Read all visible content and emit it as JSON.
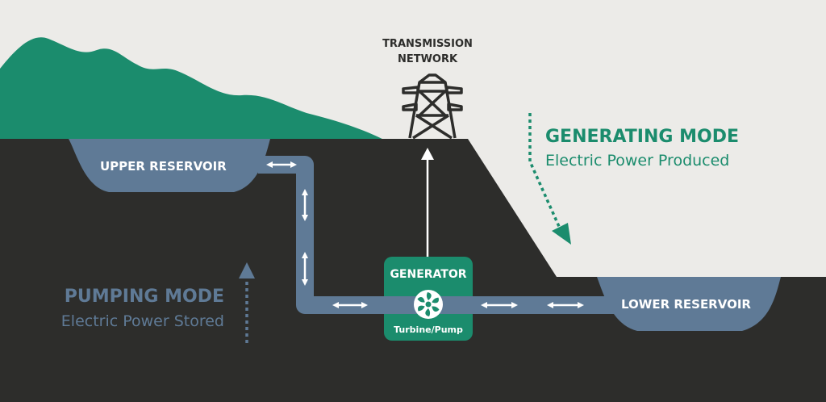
{
  "labels": {
    "transmission": [
      "TRANSMISSION",
      "NETWORK"
    ],
    "upper_reservoir": "UPPER RESERVOIR",
    "lower_reservoir": "LOWER RESERVOIR",
    "generator": "GENERATOR",
    "turbine": "Turbine/Pump",
    "generating_title": "GENERATING MODE",
    "generating_sub": "Electric Power Produced",
    "pumping_title": "PUMPING MODE",
    "pumping_sub": "Electric Power Stored"
  },
  "colors": {
    "sky": "#ecebe8",
    "ground": "#2d2d2b",
    "green": "#1b8c6d",
    "water": "#5f7a96",
    "white": "#ffffff"
  }
}
